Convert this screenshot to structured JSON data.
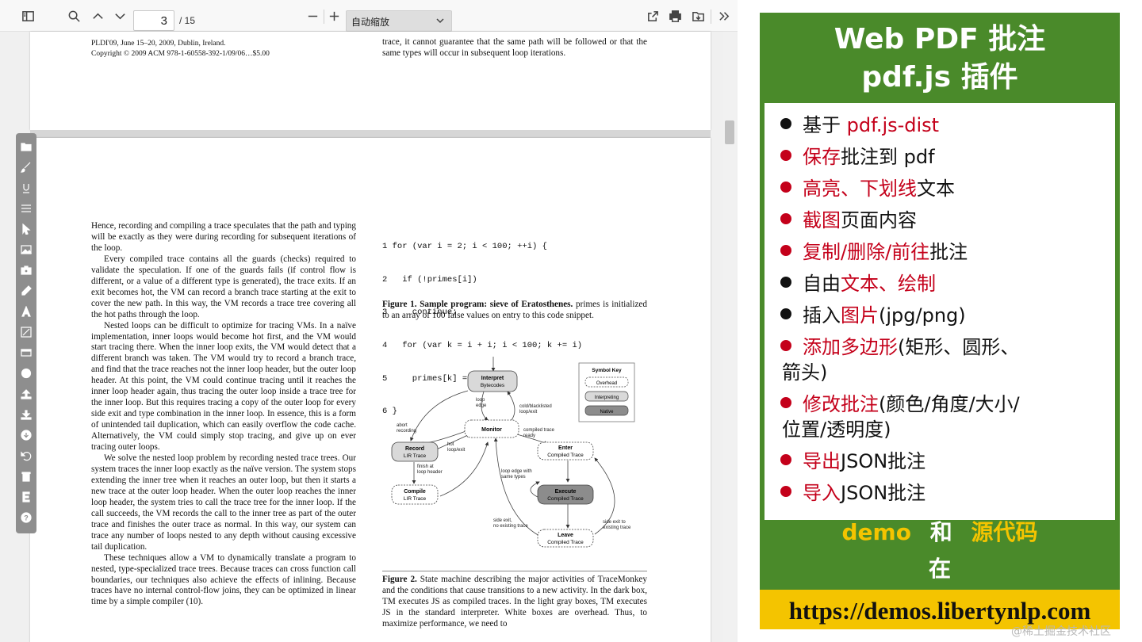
{
  "toolbar": {
    "page_number": "3",
    "page_total": "/ 15",
    "zoom_value": "自动缩放",
    "icons": [
      "sidebar-toggle-icon",
      "search-icon",
      "chevron-up-icon",
      "chevron-down-icon",
      "zoom-out-icon",
      "zoom-in-icon",
      "open-file-icon",
      "print-icon",
      "save-icon",
      "more-tools-icon"
    ]
  },
  "pdf": {
    "top_left_lines": [
      "PLDI'09,   June 15–20, 2009, Dublin, Ireland.",
      "Copyright © 2009 ACM 978-1-60558-392-1/09/06…$5.00"
    ],
    "top_right_text": "trace, it cannot guarantee that the same path will be followed or that the same types will occur in subsequent loop iterations.",
    "left_paragraphs": [
      "Hence, recording and compiling a trace speculates that the path and typing will be exactly as they were during recording for subsequent iterations of the loop.",
      "Every compiled trace contains all the guards (checks) required to validate the speculation. If one of the guards fails (if control flow is different, or a value of a different type is generated), the trace exits. If an exit becomes hot, the VM can record a branch trace starting at the exit to cover the new path. In this way, the VM records a trace tree covering all the hot paths through the loop.",
      "Nested loops can be difficult to optimize for tracing VMs. In a naïve implementation, inner loops would become hot first, and the VM would start tracing there. When the inner loop exits, the VM would detect that a different branch was taken. The VM would try to record a branch trace, and find that the trace reaches not the inner loop header, but the outer loop header. At this point, the VM could continue tracing until it reaches the inner loop header again, thus tracing the outer loop inside a trace tree for the inner loop. But this requires tracing a copy of the outer loop for every side exit and type combination in the inner loop. In essence, this is a form of unintended tail duplication, which can easily overflow the code cache. Alternatively, the VM could simply stop tracing, and give up on ever tracing outer loops.",
      "We solve the nested loop problem by recording nested trace trees. Our system traces the inner loop exactly as the naïve version. The system stops extending the inner tree when it reaches an outer loop, but then it starts a new trace at the outer loop header. When the outer loop reaches the inner loop header, the system tries to call the trace tree for the inner loop. If the call succeeds, the VM records the call to the inner tree as part of the outer trace and finishes the outer trace as normal. In this way, our system can trace any number of loops nested to any depth without causing excessive tail duplication.",
      "These techniques allow a VM to dynamically translate a program to nested, type-specialized trace trees. Because traces can cross function call boundaries, our techniques also achieve the effects of inlining. Because traces have no internal control-flow joins, they can be optimized in linear time by a simple compiler (10)."
    ],
    "code_lines": [
      "1 for (var i = 2; i < 100; ++i) {",
      "2   if (!primes[i])",
      "3     continue;",
      "4   for (var k = i + i; i < 100; k += i)",
      "5     primes[k] = false;",
      "6 }"
    ],
    "fig1_caption_bold": "Figure 1.  Sample program: sieve of Eratosthenes.",
    "fig1_caption_rest": " primes is initialized to an array of 100 false values on entry to this code snippet.",
    "fig2_caption_bold": "Figure 2.",
    "fig2_caption_rest": "  State machine describing the major activities of TraceMonkey and the conditions that cause transitions to a new activity. In the dark box, TM executes JS as compiled traces. In the light gray boxes, TM executes JS in the standard interpreter. White boxes are overhead. Thus, to maximize performance, we need to",
    "diagram": {
      "interpret": "Interpret",
      "interpret_sub": "Bytecodes",
      "monitor": "Monitor",
      "record": "Record",
      "record_sub": "LIR Trace",
      "compile": "Compile",
      "compile_sub": "LIR Trace",
      "enter": "Enter",
      "enter_sub": "Compiled Trace",
      "execute": "Execute",
      "execute_sub": "Compiled Trace",
      "leave": "Leave",
      "leave_sub": "Compiled Trace",
      "symbol_key": "Symbol Key",
      "key_overhead": "Overhead",
      "key_interpreting": "Interpreting",
      "key_native": "Native",
      "lbl_loop_edge": "loop\nedge",
      "lbl_cold": "cold/blacklisted\nloop/exit",
      "lbl_abort": "abort\nrecording",
      "lbl_compiled_ready": "compiled trace\nready",
      "lbl_hot": "hot\nloop/exit",
      "lbl_finish": "finish at\nloop header",
      "lbl_loop_same": "loop edge with\nsame types",
      "lbl_side_exit_none": "side exit,\nno existing trace",
      "lbl_side_exit_existing": "side exit to\nexisting trace"
    }
  },
  "promo": {
    "title_line1": "Web PDF 批注",
    "title_line2": "pdf.js 插件",
    "features": [
      {
        "prefix": "基于 ",
        "red": "pdf.js-dist",
        "suffix": "",
        "dot": "#111111"
      },
      {
        "prefix": "",
        "red": "保存",
        "suffix": "批注到 pdf",
        "dot": "#c4001a"
      },
      {
        "prefix": "",
        "red": "高亮、下划线",
        "suffix": "文本",
        "dot": "#c4001a"
      },
      {
        "prefix": "",
        "red": "截图",
        "suffix": "页面内容",
        "dot": "#c4001a"
      },
      {
        "prefix": "",
        "red": "复制/删除/前往",
        "suffix": "批注",
        "dot": "#c4001a"
      },
      {
        "prefix": "自由",
        "red": "文本、绘制",
        "suffix": "",
        "dot": "#111111"
      },
      {
        "prefix": "插入",
        "red": "图片",
        "suffix": "(jpg/png)",
        "dot": "#111111"
      },
      {
        "prefix": "",
        "red": "添加多边形",
        "suffix": "(矩形、圆形、",
        "dot": "#c4001a"
      },
      {
        "prefix": "",
        "red": "",
        "suffix": "箭头)",
        "dot": ""
      },
      {
        "prefix": "",
        "red": "修改批注",
        "suffix": "(颜色/角度/大小/",
        "dot": "#c4001a"
      },
      {
        "prefix": "",
        "red": "",
        "suffix": "位置/透明度)",
        "dot": ""
      },
      {
        "prefix": "",
        "red": "导出",
        "suffix": "JSON批注",
        "dot": "#c4001a"
      },
      {
        "prefix": "",
        "red": "导入",
        "suffix": "JSON批注",
        "dot": "#c4001a"
      }
    ],
    "demo_word": "demo",
    "and_word": "和",
    "source_word": "源代码",
    "at_word": "在",
    "url": "https://demos.libertynlp.com"
  },
  "watermark": "@稀土掘金技术社区",
  "colors": {
    "promo_green": "#4a8a2a",
    "promo_yellow": "#f4c400",
    "highlight_red": "#c4001a",
    "demo_yellow": "#f4c400"
  }
}
